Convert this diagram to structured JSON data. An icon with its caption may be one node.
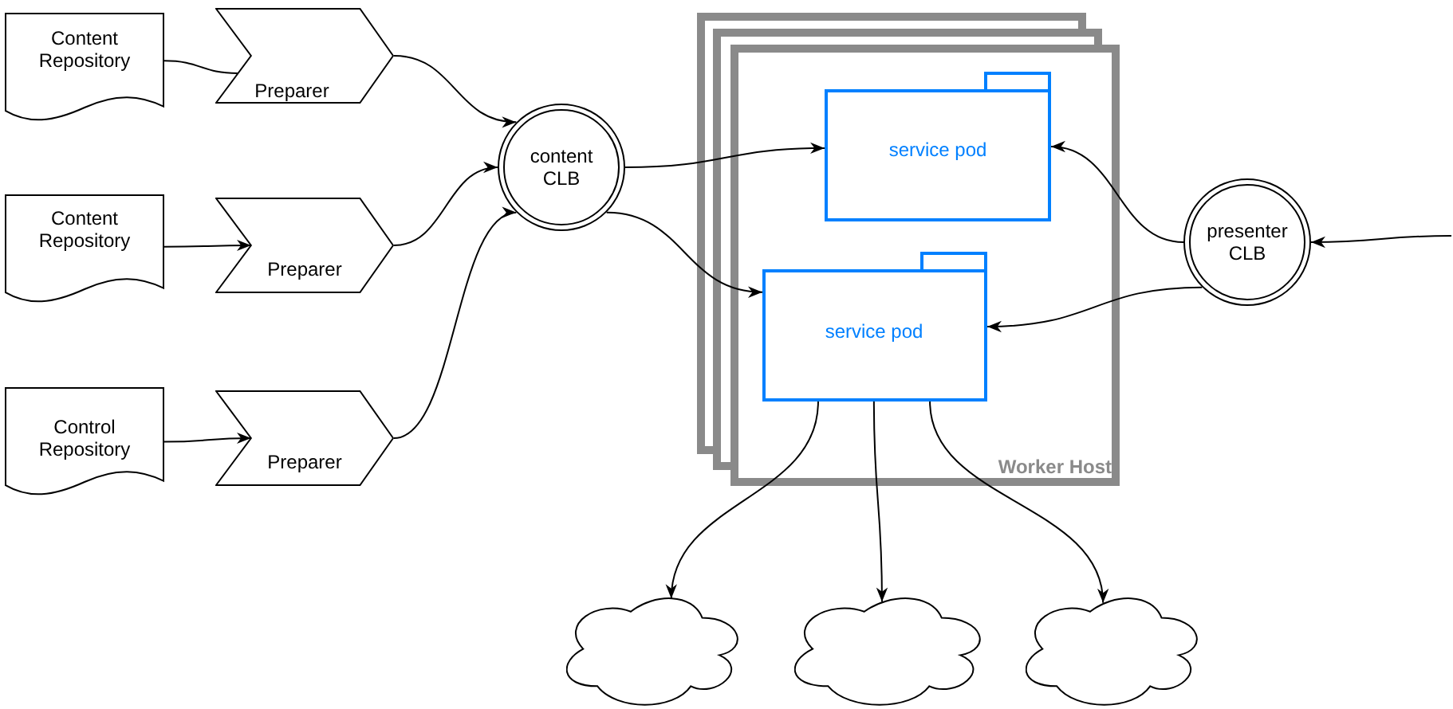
{
  "diagram": {
    "nodes": [
      {
        "text": [
          "Content Repository"
        ]
      },
      {
        "text": [
          "Preparer"
        ]
      },
      {
        "text": [
          "Content Repository"
        ]
      },
      {
        "text": [
          "Preparer"
        ]
      },
      {
        "text": [
          "Control Repository"
        ]
      },
      {
        "text": [
          "Preparer"
        ]
      },
      {
        "text": [
          "content CLB"
        ]
      },
      {
        "text": [
          "Worker Host"
        ]
      },
      {
        "text": [
          "service pod"
        ],
        "in": 7
      },
      {
        "text": [
          "service pod"
        ],
        "in": 7
      },
      {
        "text": [
          "presenter CLB"
        ]
      },
      {
        "text": [],
        "shape": "cloud"
      },
      {
        "text": [],
        "shape": "cloud"
      },
      {
        "text": [],
        "shape": "cloud"
      }
    ],
    "edges": [
      {
        "from": 0,
        "to": 1,
        "arrow": "none"
      },
      {
        "from": 2,
        "to": 3,
        "arrow": "to"
      },
      {
        "from": 4,
        "to": 5,
        "arrow": "to"
      },
      {
        "from": 1,
        "to": 6,
        "arrow": "to"
      },
      {
        "from": 3,
        "to": 6,
        "arrow": "to"
      },
      {
        "from": 5,
        "to": 6,
        "arrow": "to"
      },
      {
        "from": 6,
        "to": 8,
        "arrow": "to"
      },
      {
        "from": 6,
        "to": 9,
        "arrow": "to"
      },
      {
        "from": null,
        "to": 10,
        "arrow": "to"
      },
      {
        "from": 10,
        "to": 8,
        "arrow": "to"
      },
      {
        "from": 10,
        "to": 9,
        "arrow": "to"
      },
      {
        "from": 9,
        "to": 11,
        "arrow": "to"
      },
      {
        "from": 9,
        "to": 12,
        "arrow": "to"
      },
      {
        "from": 9,
        "to": 13,
        "arrow": "to"
      }
    ]
  }
}
